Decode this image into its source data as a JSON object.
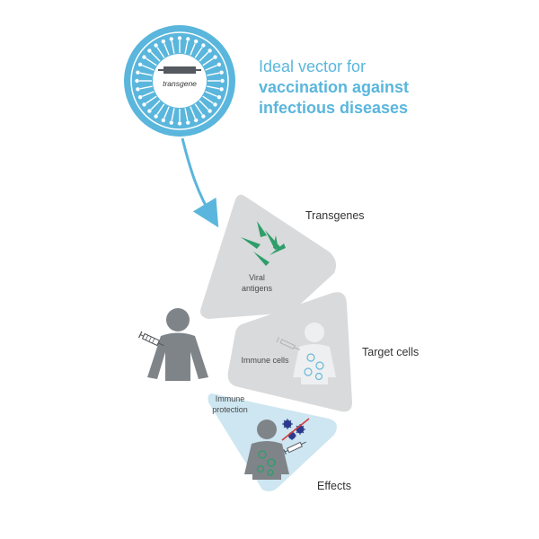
{
  "vector": {
    "transgene_label": "transgene",
    "heading_line1": "Ideal vector for",
    "heading_line2": "vaccination against",
    "heading_line3": "infectious diseases"
  },
  "panels": {
    "transgenes": {
      "title": "Transgenes",
      "inner_line1": "Viral",
      "inner_line2": "antigens"
    },
    "target_cells": {
      "title": "Target cells",
      "inner": "Immune cells"
    },
    "effects": {
      "title": "Effects",
      "inner_line1": "Immune",
      "inner_line2": "protection"
    }
  },
  "colors": {
    "accent_blue": "#5ab6dc",
    "panel_gray": "#d9dadb",
    "effects_blue": "#cde6f1",
    "person_gray": "#7f8489",
    "antigen_green": "#2e9e6a",
    "virus_navy": "#2b3a8c",
    "cross_red": "#d63a3a"
  }
}
